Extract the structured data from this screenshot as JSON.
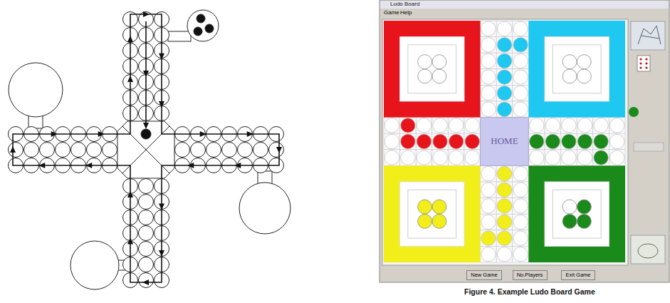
{
  "diagram": {
    "caption": "Figure 4. Example Ludo Board Game",
    "nodes": [
      {
        "text": [
          "HOME"
        ]
      },
      {
        "text": [
          "New Game"
        ]
      },
      {
        "text": [
          "No.Players"
        ]
      },
      {
        "text": [
          "Exit Game"
        ]
      }
    ],
    "labels": [
      "Ludo Board",
      "Game",
      "Help"
    ]
  }
}
